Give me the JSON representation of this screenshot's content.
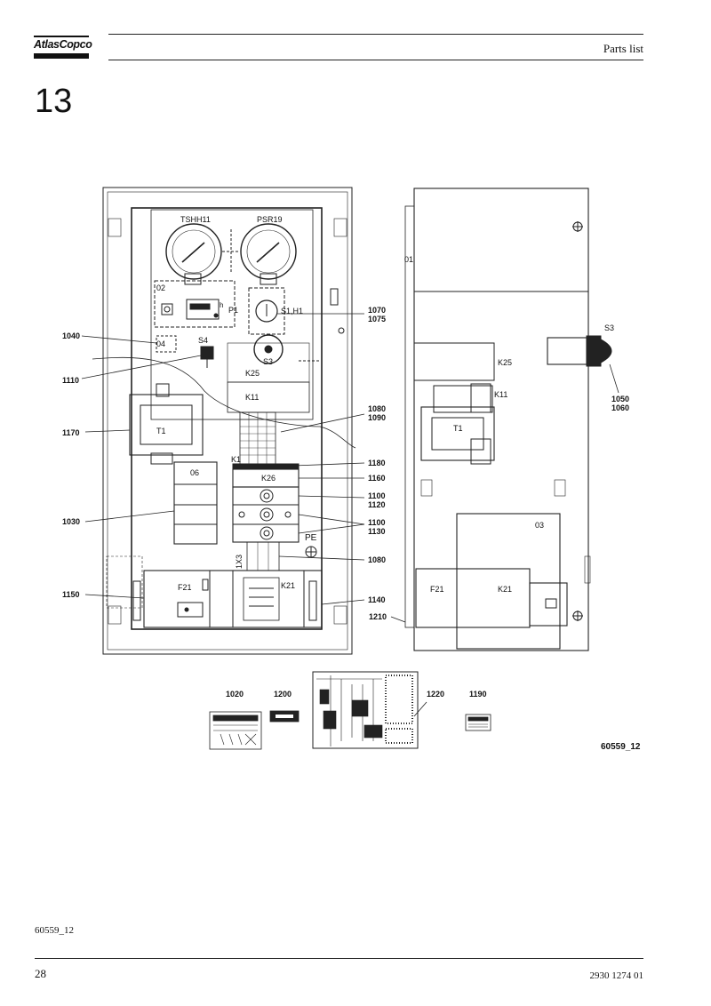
{
  "header": {
    "brand": "AtlasCopco",
    "section_title": "Parts list"
  },
  "chapter_number": "13",
  "figure": {
    "id_label": "60559_12",
    "callouts": [
      "1040",
      "1110",
      "1170",
      "1030",
      "1150",
      "1070",
      "1075",
      "1080",
      "1090",
      "1180",
      "1160",
      "1100",
      "1120",
      "1100",
      "1130",
      "1080",
      "1140",
      "1050",
      "1060",
      "1210",
      "1020",
      "1200",
      "1220",
      "1190"
    ],
    "component_labels": [
      "TSHH11",
      "PSR19",
      "02",
      "P1",
      "h",
      "S1,H1",
      "04",
      "S4",
      "S3",
      "K25",
      "K11",
      "T1",
      "K1",
      "K26",
      "06",
      "1X3",
      "PE",
      "F21",
      "K21",
      "01",
      "S3",
      "K25",
      "K11",
      "T1",
      "03",
      "F21",
      "K21"
    ]
  },
  "footer": {
    "figure_ref": "60559_12",
    "page_number": "28",
    "document_number": "2930 1274 01"
  }
}
